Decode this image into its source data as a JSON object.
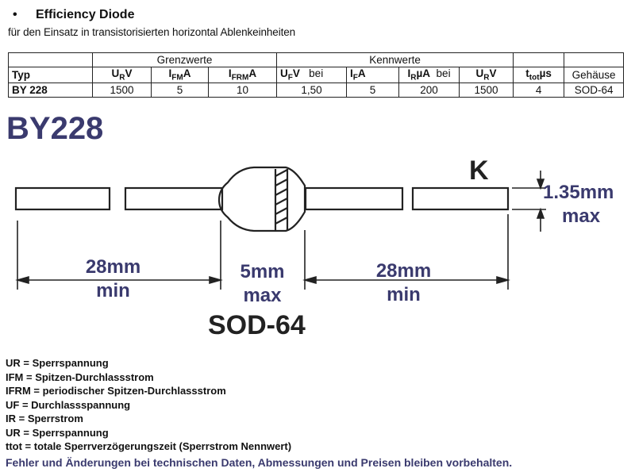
{
  "header": {
    "bullet": "•",
    "title": "Efficiency Diode",
    "subtitle": "für den Einsatz in transistorisierten horizontal Ablenkeinheiten"
  },
  "table": {
    "group_grenzwerte": "Grenzwerte",
    "group_kennwerte": "Kennwerte",
    "col_typ": "Typ",
    "col_ur": {
      "sym": "U",
      "sub": "R",
      "unit": "V"
    },
    "col_ifm": {
      "sym": "I",
      "sub": "FM",
      "unit": "A"
    },
    "col_ifrm": {
      "sym": "I",
      "sub": "FRM",
      "unit": "A"
    },
    "col_uf": {
      "sym": "U",
      "sub": "F",
      "unit": "V"
    },
    "col_bei1": "bei",
    "col_if": {
      "sym": "I",
      "sub": "F",
      "unit": "A"
    },
    "col_ir": {
      "sym": "I",
      "sub": "R",
      "unit": "µA"
    },
    "col_bei2": "bei",
    "col_ur2": {
      "sym": "U",
      "sub": "R",
      "unit": "V"
    },
    "col_ttot": {
      "sym": "t",
      "sub": "tot",
      "unit": "µs"
    },
    "col_gehaeuse": "Gehäuse",
    "row": {
      "typ": "BY 228",
      "ur": "1500",
      "ifm": "5",
      "ifrm": "10",
      "uf": "1,50",
      "if": "5",
      "ir": "200",
      "ur2": "1500",
      "ttot": "4",
      "gehaeuse": "SOD-64"
    }
  },
  "part_number": "BY228",
  "drawing": {
    "cathode_mark": "K",
    "lead_dia_line1": "1.35mm",
    "lead_dia_line2": "max",
    "left_lead_line1": "28mm",
    "left_lead_line2": "min",
    "body_line1": "5mm",
    "body_line2": "max",
    "right_lead_line1": "28mm",
    "right_lead_line2": "min",
    "package": "SOD-64"
  },
  "legend": [
    "UR = Sperrspannung",
    "IFM = Spitzen-Durchlassstrom",
    "IFRM = periodischer Spitzen-Durchlassstrom",
    "UF = Durchlassspannung",
    "IR = Sperrstrom",
    "UR = Sperrspannung",
    "ttot = totale Sperrverzögerungszeit (Sperrstrom Nennwert)"
  ],
  "footer": "Fehler und Änderungen bei technischen Daten, Abmessungen und Preisen bleiben vorbehalten.",
  "colors": {
    "accent": "#3a3a6e",
    "ink": "#222222"
  }
}
